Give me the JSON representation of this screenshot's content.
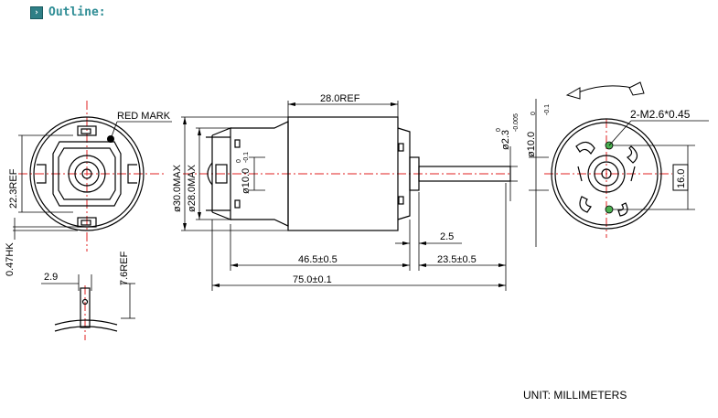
{
  "header": {
    "icon": "expand-icon",
    "title": "Outline:"
  },
  "labels": {
    "red_mark": "RED MARK",
    "body_length": "28.0REF",
    "dia_22_3": "22.3REF",
    "dia_30_max": "ø30.0MAX",
    "dia_28_max": "ø28.0MAX",
    "dia_10": "ø10.0",
    "dia_10_tol_top": "0",
    "dia_10_tol_bottom": "-0.1",
    "shaft_dia": "ø2.3",
    "shaft_tol_top": "0",
    "shaft_tol_bottom": "-0.005",
    "rear_boss_dia": "ø10.0",
    "rear_boss_tol_top": "0",
    "rear_boss_tol_bottom": "-0.1",
    "screw_holes": "2-M2.6*0.45",
    "hole_spacing": "16.0",
    "dim_2_5": "2.5",
    "dim_46_5": "46.5±0.5",
    "dim_23_5": "23.5±0.5",
    "dim_75": "75.0±0.1",
    "dim_0_47": "0.47HK",
    "dim_2_9": "2.9",
    "dim_7_6": "7.6REF"
  },
  "footer": {
    "unit": "UNIT: MILLIMETERS"
  },
  "colors": {
    "centerline": "#e02020",
    "header_text": "#2f8d95",
    "line": "#000000",
    "marker": "#4caf50"
  }
}
